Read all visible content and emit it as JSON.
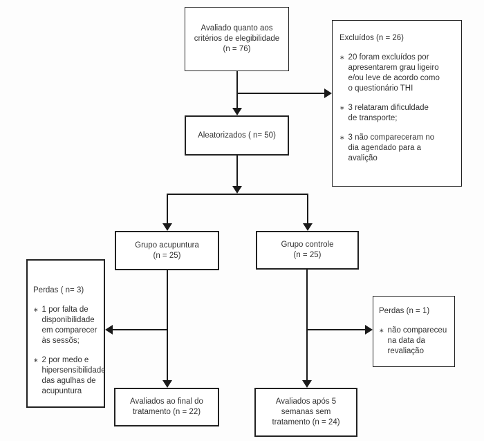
{
  "bullet_glyph": "∗",
  "colors": {
    "background": "#fdfdfd",
    "box_background": "#ffffff",
    "border": "#222222",
    "text": "#333333",
    "arrow": "#1a1a1a"
  },
  "boxes": {
    "eligibility": {
      "text": "Avaliado quanto aos\ncritérios de elegibilidade\n(n = 76)"
    },
    "excluded": {
      "title": "Excluídos (n = 26)",
      "items": [
        "20 foram excluídos por\napresentarem grau ligeiro\ne/ou leve de acordo como\no questionário THI",
        "3 relataram dificuldade\nde transporte;",
        "3 não compareceram no\ndia agendado para a\navalição"
      ]
    },
    "randomized": {
      "text": "Aleatorizados ( n= 50)"
    },
    "group_acupuncture": {
      "text": "Grupo acupuntura\n(n = 25)"
    },
    "group_control": {
      "text": "Grupo controle\n(n = 25)"
    },
    "losses_acupuncture": {
      "title": "Perdas ( n= 3)",
      "items": [
        "1 por falta de\ndisponibilidade\nem comparecer\nàs sessõs;",
        "2 por medo e\nhipersensibilidade\ndas agulhas de\nacupuntura"
      ]
    },
    "losses_control": {
      "title": "Perdas (n = 1)",
      "items": [
        "não compareceu\nna data da\nrevaliação"
      ]
    },
    "final_acupuncture": {
      "text": "Avaliados ao final do\ntratamento (n = 22)"
    },
    "final_control": {
      "text": "Avaliados após 5\nsemanas sem\ntratamento (n = 24)"
    }
  }
}
